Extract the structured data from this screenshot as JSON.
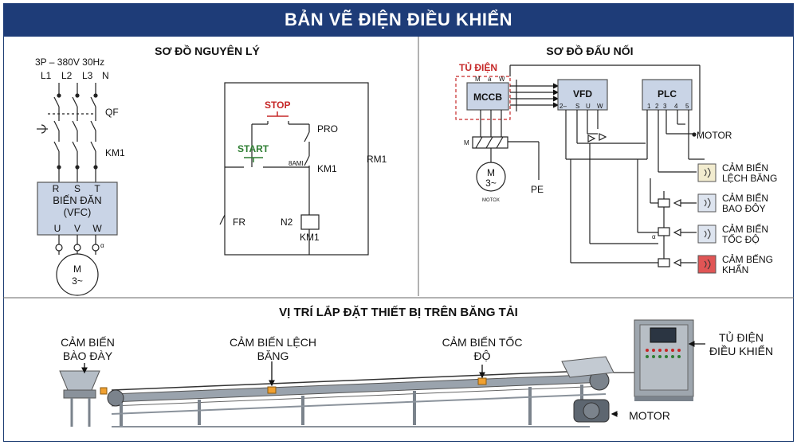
{
  "title": "BẢN VẼ ĐIỆN ĐIỀU KHIỂN",
  "colors": {
    "header": "#1e3c78",
    "panel_fill": "#c9d4e6",
    "red": "#c62828",
    "green": "#2e7d32"
  },
  "schematic": {
    "title": "SƠ ĐỒ NGUYÊN LÝ",
    "supply": "3P – 380V 30Hz",
    "phases": [
      "L1",
      "L2",
      "L3",
      "N"
    ],
    "qf": "QF",
    "km1": "KM1",
    "vfd_terms_in": [
      "R",
      "S",
      "T"
    ],
    "vfd_line1": "BIẾN ĐĂN",
    "vfd_line2": "(VFC)",
    "vfd_terms_out": [
      "U",
      "V",
      "W"
    ],
    "alpha": "α",
    "motor_m": "M",
    "motor_3": "3~",
    "stop": "STOP",
    "start": "START",
    "pro": "PRO",
    "ami": "8ΑΜΙ",
    "km1_contact": "KM1",
    "rm1": "RM1",
    "fr": "FR",
    "n2": "N2",
    "km1_coil": "KM1"
  },
  "wiring": {
    "title": "SƠ ĐỒ ĐẤU NỐI",
    "tu_dien": "TỦ ĐIỆN",
    "mccb": "MCCB",
    "mccb_terms": [
      "M",
      "a",
      "W"
    ],
    "vfd": "VFD",
    "vfd_terms": [
      "2–",
      "S",
      "U",
      "W"
    ],
    "plc": "PLC",
    "plc_terms": [
      "1",
      "2",
      "3",
      "4",
      "5"
    ],
    "m_label": "M",
    "motor_m": "M",
    "motor_3": "3~",
    "motor_small": "MOTOX",
    "pe": "PE",
    "motor": "MOTOR",
    "alpha": "α",
    "sensors": [
      {
        "l1": "CẢM BIẾN",
        "l2": "LỆCH BĂNG",
        "icon": "sensor-wave-icon",
        "color": "#f2eccf"
      },
      {
        "l1": "CẢM BIẾN",
        "l2": "BAO ĐÔY",
        "icon": "sensor-wave-icon",
        "color": "#dde4ef"
      },
      {
        "l1": "CẢM BIẾN",
        "l2": "TỐC ĐỘ",
        "icon": "sensor-wave-icon",
        "color": "#dde4ef"
      },
      {
        "l1": "CẢM BẾNG",
        "l2": "KHẨN",
        "icon": "sensor-wave-icon",
        "color": "#e05555"
      }
    ]
  },
  "install": {
    "title": "VỊ TRÍ LẮP ĐẶT THIẾT BỊ TRÊN BĂNG TẢI",
    "label_full_1": "CẢM BIẾN",
    "label_full_2": "BÀO ĐÀY",
    "label_dev_1": "CẢM BIẾN LỆCH",
    "label_dev_2": "BĂNG",
    "label_speed_1": "CẢM BIẾN TỐC",
    "label_speed_2": "ĐỘ",
    "label_cab_1": "TỦ ĐIỆN",
    "label_cab_2": "ĐIỀU KHIỂN",
    "label_motor": "MOTOR"
  }
}
